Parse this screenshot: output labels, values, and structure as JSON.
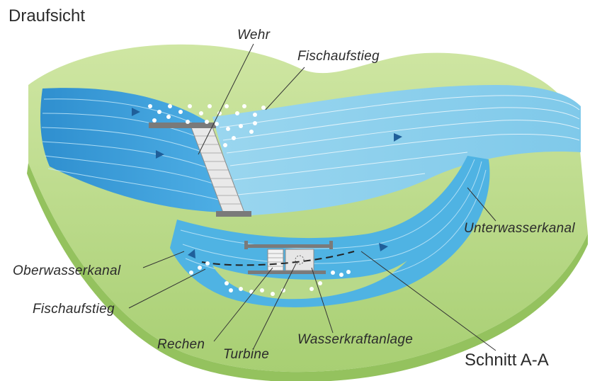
{
  "title": "Draufsicht",
  "section_label": "Schnitt A-A",
  "labels": {
    "wehr": "Wehr",
    "fischaufstieg_top": "Fischaufstieg",
    "unterwasserkanal": "Unterwasserkanal",
    "oberwasserkanal": "Oberwasserkanal",
    "fischaufstieg_bottom": "Fischaufstieg",
    "rechen": "Rechen",
    "turbine": "Turbine",
    "wasserkraftanlage": "Wasserkraftanlage"
  },
  "colors": {
    "land": "#b8d98a",
    "land_dark": "#9cc56a",
    "water_upstream": "#3a9fd8",
    "water_downstream": "#8fd0ec",
    "channel": "#4fb3e3",
    "structure": "#7a7a7a",
    "flow_arrow": "#1f5f9a"
  }
}
